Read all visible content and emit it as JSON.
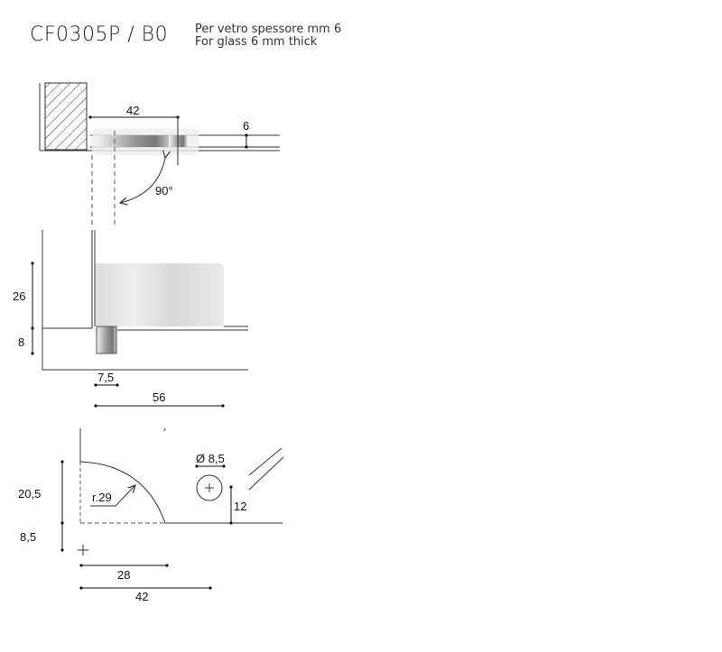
{
  "header": {
    "code": "CF0305P / B0",
    "desc_it": "Per vetro spessore mm 6",
    "desc_en": "For glass 6 mm thick"
  },
  "top_view": {
    "width_dim": "42",
    "glass_dim": "6",
    "angle": "90°"
  },
  "side_view": {
    "height_dim": "26",
    "base_dim": "8",
    "pin_dim": "7,5",
    "length_dim": "56"
  },
  "plan_view": {
    "height_dim": "20,5",
    "offset_dim": "8,5",
    "radius": "r.29",
    "hole_dim": "Ø 8,5",
    "hole_offset": "12",
    "arc_dim": "28",
    "total_dim": "42"
  }
}
